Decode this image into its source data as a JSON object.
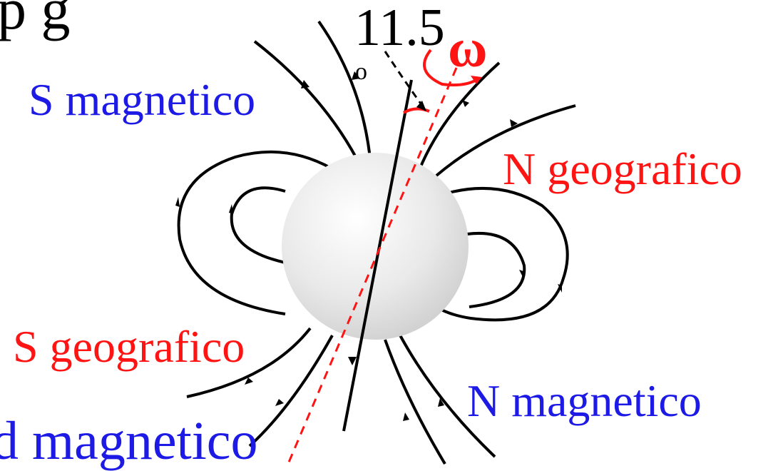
{
  "labels": {
    "top_left_partial": "p g",
    "angle_value": "11.5",
    "degree_mark": "o",
    "omega": "ω",
    "s_magnetico": "S magnetico",
    "n_geografico": "N geografico",
    "s_geografico": "S geografico",
    "n_magnetico": "N magnetico",
    "bottom_left_partial": "d magnetico"
  },
  "colors": {
    "magnetic_label": "#1d1ae6",
    "geographic_label": "#ff1414",
    "field_lines": "#000000",
    "rotation_axis": "#ff1414",
    "sphere_light": "#ffffff",
    "sphere_dark": "#cfcfcf"
  }
}
